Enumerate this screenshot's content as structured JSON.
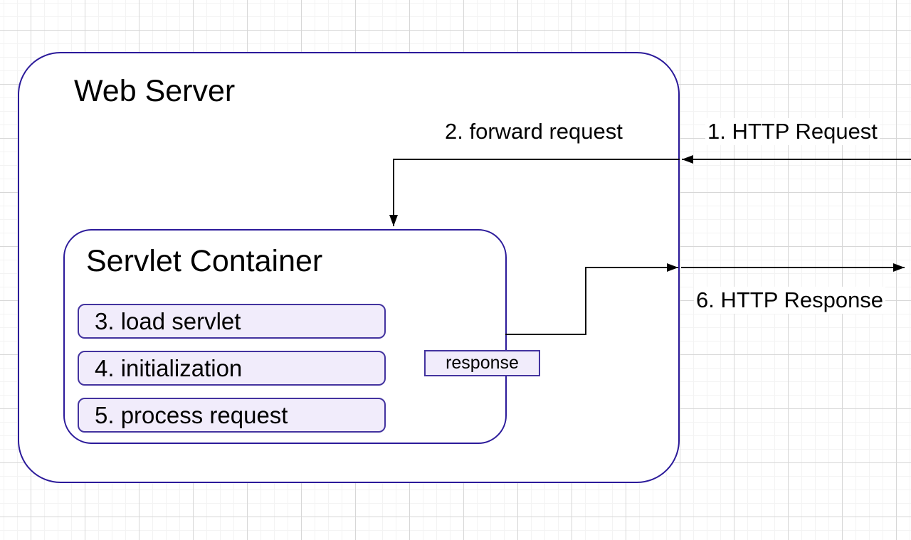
{
  "web_server": {
    "title": "Web Server"
  },
  "servlet_container": {
    "title": "Servlet Container",
    "steps": [
      {
        "label": "3. load servlet"
      },
      {
        "label": "4. initialization"
      },
      {
        "label": "5. process request"
      }
    ]
  },
  "response_box": {
    "label": "response"
  },
  "arrows": {
    "http_request": {
      "label": "1. HTTP Request"
    },
    "forward_request": {
      "label": "2. forward request"
    },
    "http_response": {
      "label": "6. HTTP Response"
    }
  },
  "colors": {
    "container_stroke": "#2b1a9a",
    "step_fill": "#f1ecfb",
    "step_stroke": "#43339f",
    "response_fill": "#f1ecfb",
    "arrow": "#000000",
    "grid_minor": "#f3f3f3",
    "grid_major": "#d7d7d7",
    "canvas_bg": "#ffffff"
  }
}
